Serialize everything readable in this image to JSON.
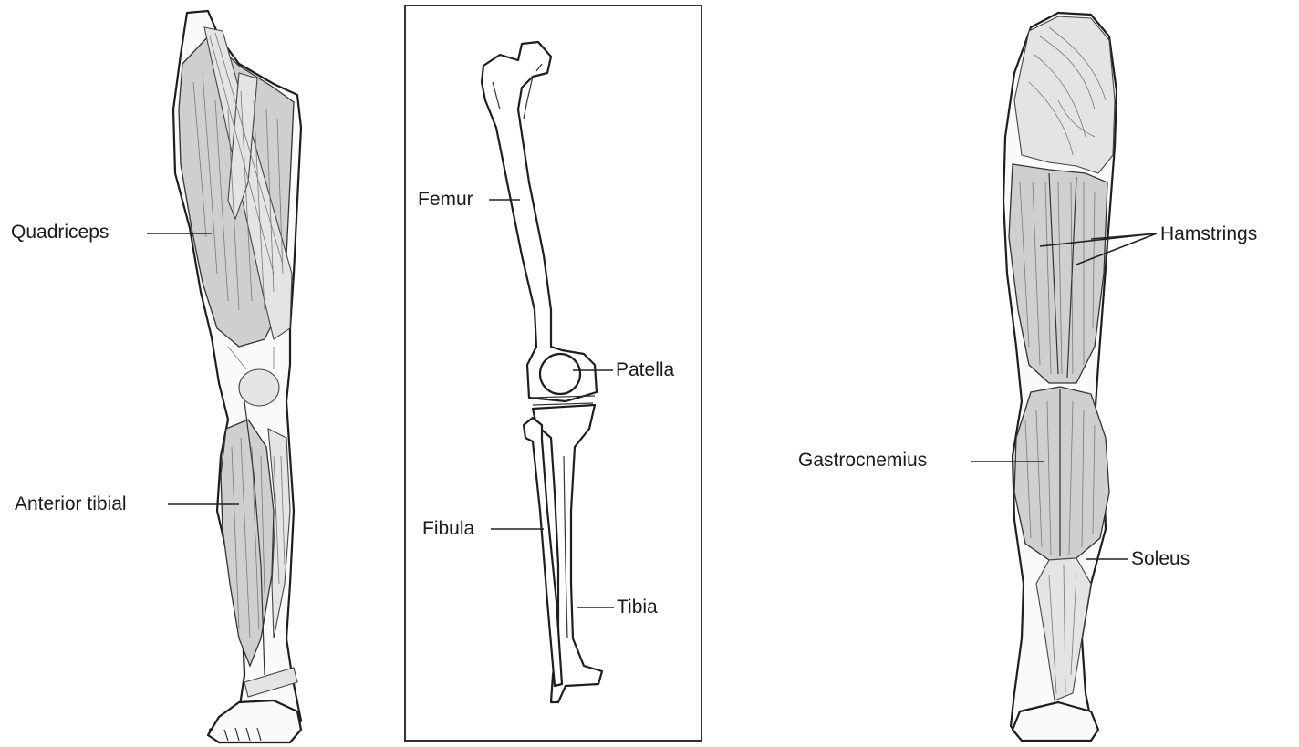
{
  "front_leg": {
    "labels": {
      "quadriceps": "Quadriceps",
      "anterior_tibial": "Anterior tibial"
    }
  },
  "skeleton": {
    "labels": {
      "femur": "Femur",
      "patella": "Patella",
      "fibula": "Fibula",
      "tibia": "Tibia"
    }
  },
  "back_leg": {
    "labels": {
      "hamstrings": "Hamstrings",
      "gastrocnemius": "Gastrocnemius",
      "soleus": "Soleus"
    }
  }
}
